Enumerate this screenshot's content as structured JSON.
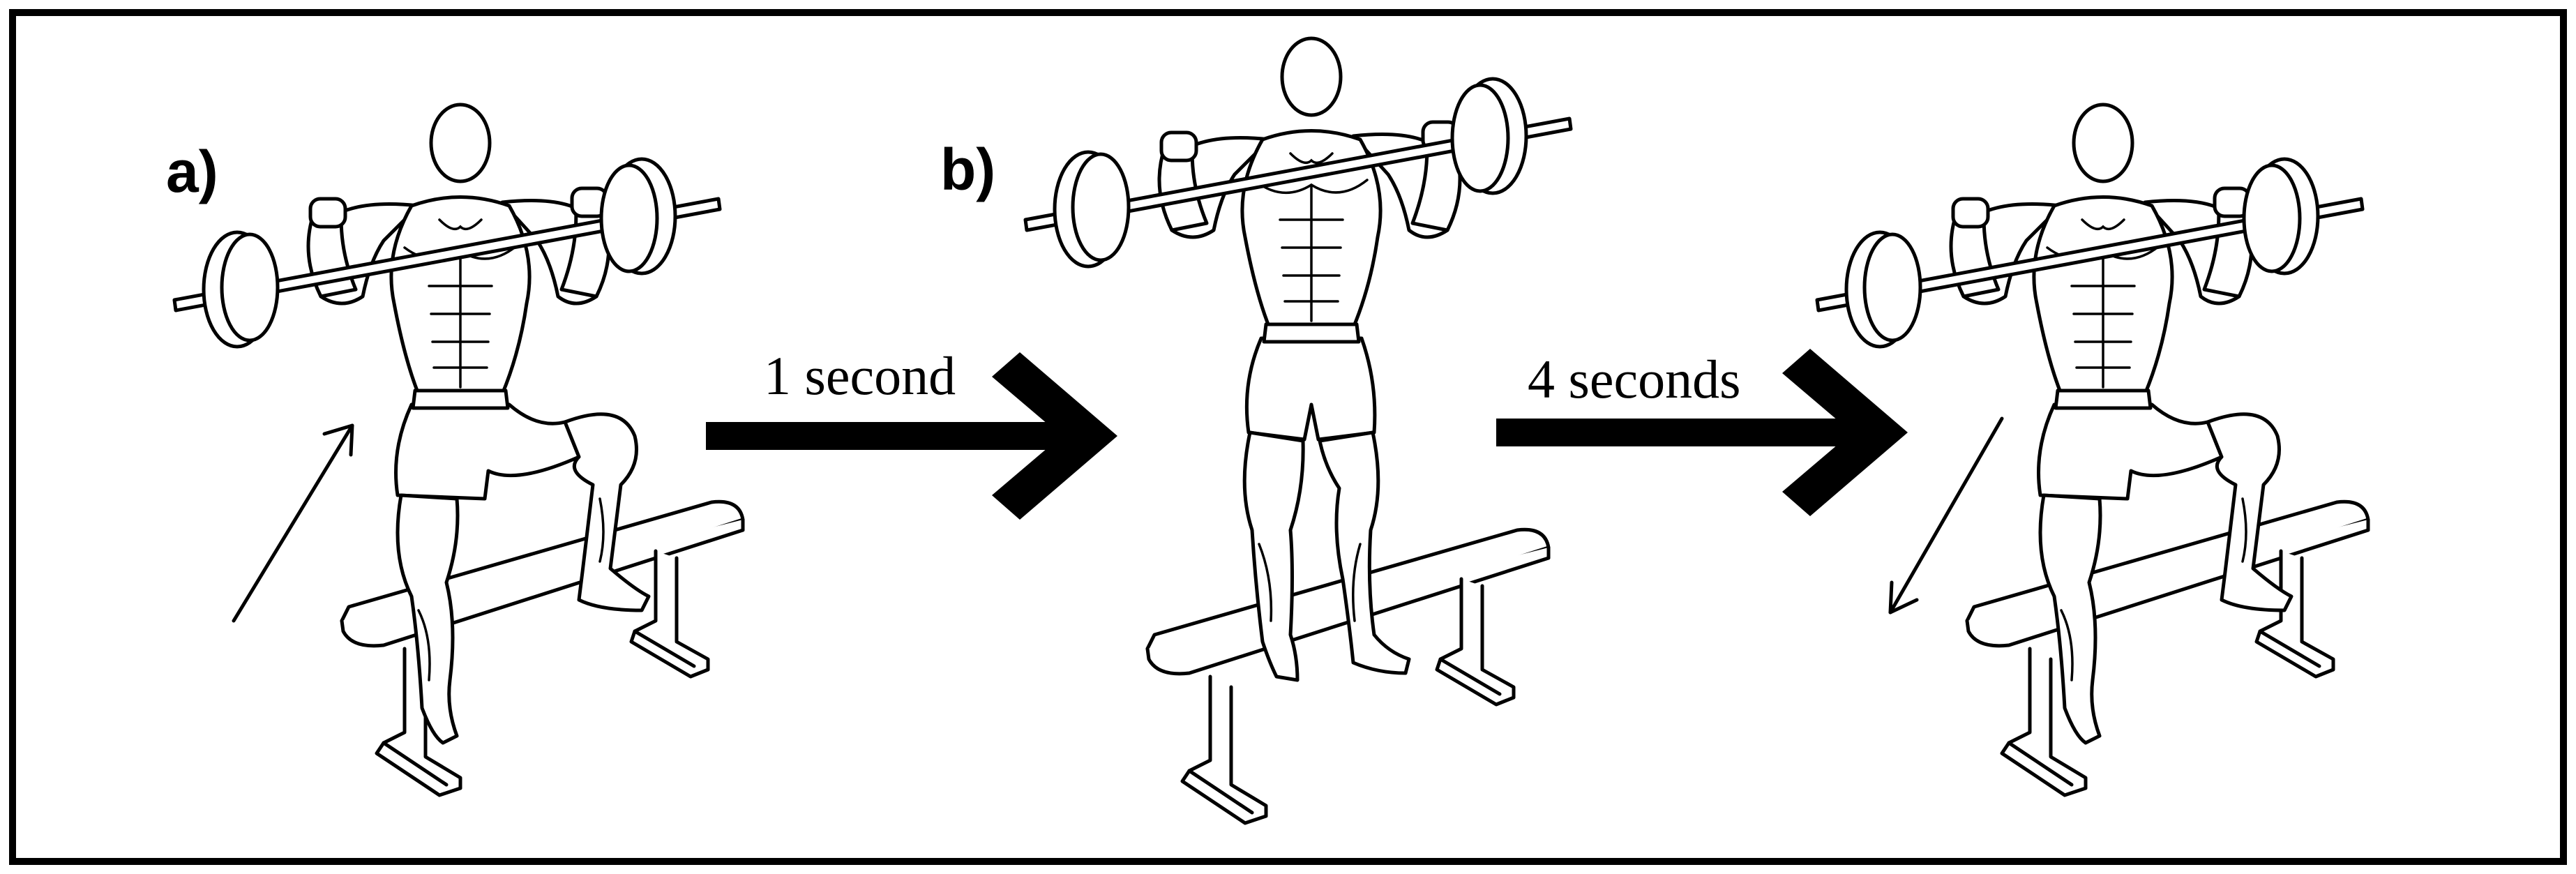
{
  "panels": {
    "a": {
      "label": "a)"
    },
    "b": {
      "label": "b)"
    }
  },
  "transitions": [
    {
      "label": "1 second"
    },
    {
      "label": "4 seconds"
    }
  ],
  "colors": {
    "ink": "#000000",
    "background": "#ffffff",
    "frame": "#000000"
  }
}
